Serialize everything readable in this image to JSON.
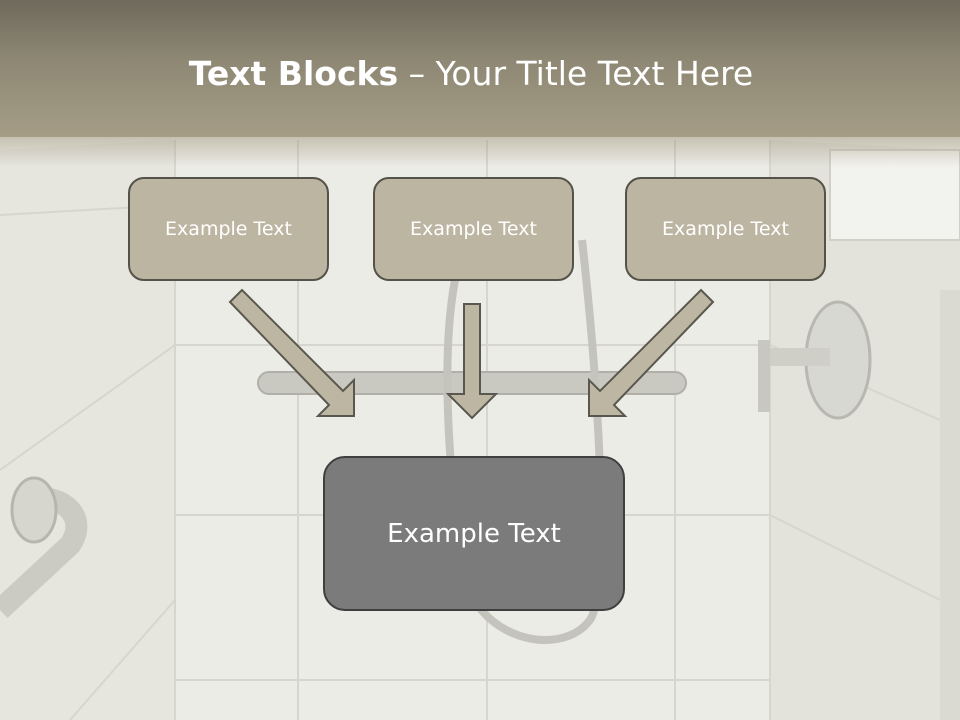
{
  "title": {
    "bold": "Text Blocks",
    "dash": " – ",
    "rest": "Your Title Text Here"
  },
  "blocks": [
    {
      "label": "Example Text"
    },
    {
      "label": "Example Text"
    },
    {
      "label": "Example Text"
    }
  ],
  "target": {
    "label": "Example Text"
  },
  "colors": {
    "header": "#8e8874",
    "small_box_fill": "#bcb5a2",
    "small_box_border": "#545249",
    "big_box_fill": "#7b7b7b",
    "arrow_fill": "#bdb6a2",
    "arrow_stroke": "#5a584e"
  }
}
